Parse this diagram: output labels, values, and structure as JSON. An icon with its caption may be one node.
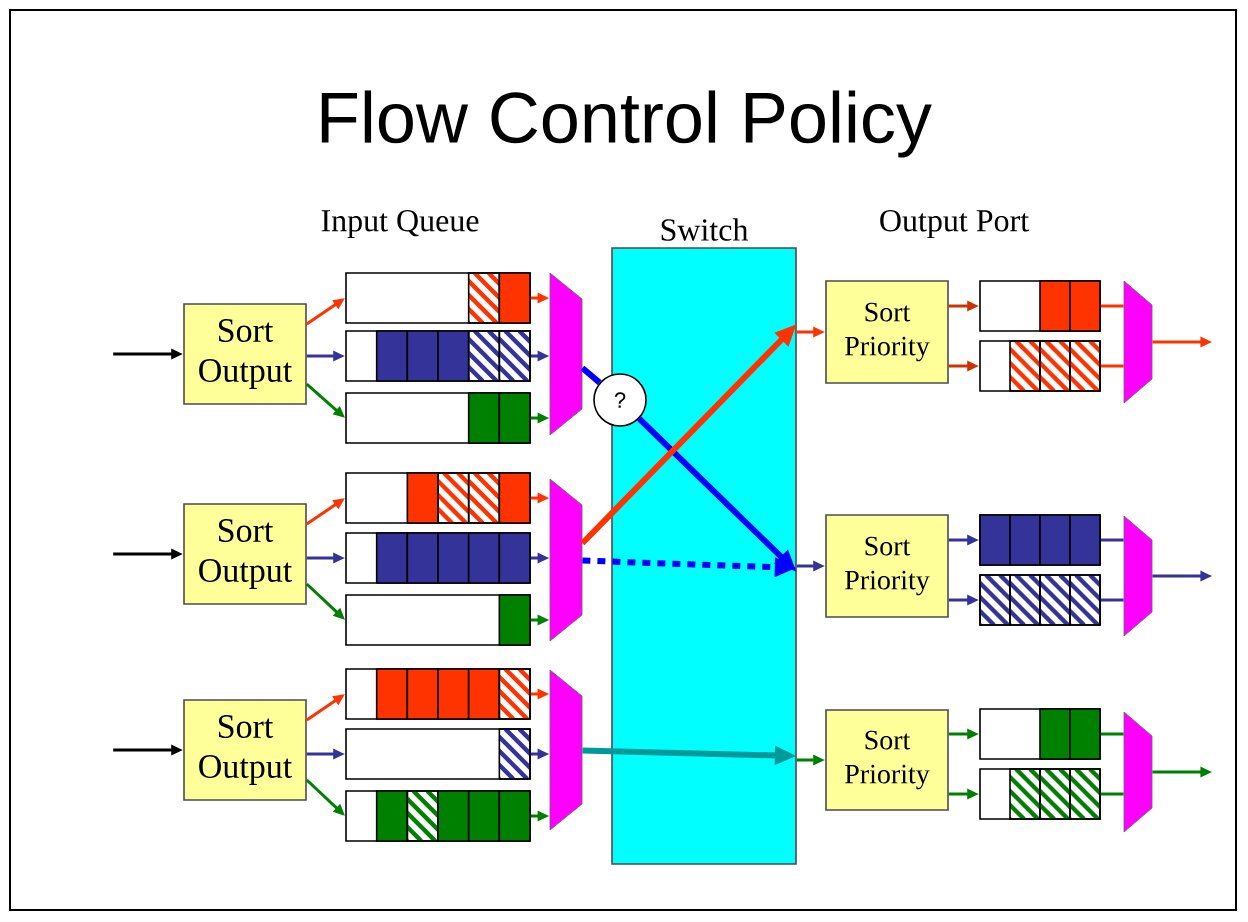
{
  "diagram": {
    "title": "Flow Control Policy",
    "nodes": [
      {
        "text": [
          "Sort Output"
        ]
      },
      {
        "text": [
          "Sort Output"
        ]
      },
      {
        "text": [
          "Sort Output"
        ]
      },
      {
        "text": [],
        "shape": "bar"
      },
      {
        "text": [],
        "shape": "bar"
      },
      {
        "text": [],
        "shape": "bar"
      },
      {
        "text": [],
        "shape": "bar"
      },
      {
        "text": [],
        "shape": "bar"
      },
      {
        "text": [],
        "shape": "bar"
      },
      {
        "text": [],
        "shape": "bar"
      },
      {
        "text": [],
        "shape": "bar"
      },
      {
        "text": [],
        "shape": "bar"
      },
      {
        "text": [],
        "shape": "trapezoid"
      },
      {
        "text": [],
        "shape": "trapezoid"
      },
      {
        "text": [],
        "shape": "trapezoid"
      },
      {
        "text": [
          "Switch"
        ]
      },
      {
        "text": [
          "?"
        ]
      },
      {
        "text": [
          "Sort Priority"
        ]
      },
      {
        "text": [
          "Sort Priority"
        ]
      },
      {
        "text": [
          "Sort Priority"
        ]
      },
      {
        "text": [],
        "shape": "bar"
      },
      {
        "text": [],
        "shape": "bar"
      },
      {
        "text": [],
        "shape": "bar"
      },
      {
        "text": [],
        "shape": "bar"
      },
      {
        "text": [],
        "shape": "bar"
      },
      {
        "text": [],
        "shape": "bar"
      },
      {
        "text": [],
        "shape": "trapezoid"
      },
      {
        "text": [],
        "shape": "trapezoid"
      },
      {
        "text": [],
        "shape": "trapezoid"
      }
    ],
    "edges": [
      {
        "from": null,
        "to": 0,
        "arrow": "to",
        "color": "#000000"
      },
      {
        "from": null,
        "to": 1,
        "arrow": "to",
        "color": "#000000"
      },
      {
        "from": null,
        "to": 2,
        "arrow": "to",
        "color": "#000000"
      },
      {
        "from": 0,
        "to": 3,
        "arrow": "to",
        "color": "#ff3300"
      },
      {
        "from": 0,
        "to": 4,
        "arrow": "to",
        "color": "#333399"
      },
      {
        "from": 0,
        "to": 5,
        "arrow": "to",
        "color": "#008000"
      },
      {
        "from": 1,
        "to": 6,
        "arrow": "to",
        "color": "#ff3300"
      },
      {
        "from": 1,
        "to": 7,
        "arrow": "to",
        "color": "#333399"
      },
      {
        "from": 1,
        "to": 8,
        "arrow": "to",
        "color": "#008000"
      },
      {
        "from": 2,
        "to": 9,
        "arrow": "to",
        "color": "#ff3300"
      },
      {
        "from": 2,
        "to": 10,
        "arrow": "to",
        "color": "#333399"
      },
      {
        "from": 2,
        "to": 11,
        "arrow": "to",
        "color": "#008000"
      },
      {
        "from": 3,
        "to": 12,
        "arrow": "to",
        "color": "#ff3300"
      },
      {
        "from": 4,
        "to": 12,
        "arrow": "to",
        "color": "#333399"
      },
      {
        "from": 5,
        "to": 12,
        "arrow": "to",
        "color": "#008000"
      },
      {
        "from": 6,
        "to": 13,
        "arrow": "to",
        "color": "#ff3300"
      },
      {
        "from": 7,
        "to": 13,
        "arrow": "to",
        "color": "#333399"
      },
      {
        "from": 8,
        "to": 13,
        "arrow": "to",
        "color": "#008000"
      },
      {
        "from": 9,
        "to": 14,
        "arrow": "to",
        "color": "#ff3300"
      },
      {
        "from": 10,
        "to": 14,
        "arrow": "to",
        "color": "#333399"
      },
      {
        "from": 11,
        "to": 14,
        "arrow": "to",
        "color": "#008000"
      },
      {
        "from": 12,
        "to": 16,
        "arrow": "none",
        "style": "thick",
        "color": "#0000ff"
      },
      {
        "from": 16,
        "to": 15,
        "arrow": "to",
        "style": "thick",
        "color": "#0000ff"
      },
      {
        "from": 13,
        "to": 15,
        "arrow": "to",
        "style": "thick",
        "color": "#ff3300"
      },
      {
        "from": 13,
        "to": 15,
        "arrow": "to",
        "style": "dashed",
        "color": "#0000ff"
      },
      {
        "from": 14,
        "to": 15,
        "arrow": "to",
        "style": "thick",
        "color": "#009999"
      },
      {
        "from": 15,
        "to": 17,
        "arrow": "to",
        "color": "#ff3300"
      },
      {
        "from": 15,
        "to": 18,
        "arrow": "to",
        "color": "#333399"
      },
      {
        "from": 15,
        "to": 19,
        "arrow": "to",
        "color": "#008000"
      },
      {
        "from": 17,
        "to": 20,
        "arrow": "to",
        "color": "#cc3300"
      },
      {
        "from": 17,
        "to": 21,
        "arrow": "to",
        "color": "#cc3300"
      },
      {
        "from": 18,
        "to": 22,
        "arrow": "to",
        "color": "#333399"
      },
      {
        "from": 18,
        "to": 23,
        "arrow": "to",
        "color": "#333399"
      },
      {
        "from": 19,
        "to": 24,
        "arrow": "to",
        "color": "#008000"
      },
      {
        "from": 19,
        "to": 25,
        "arrow": "to",
        "color": "#008000"
      },
      {
        "from": 20,
        "to": 26,
        "arrow": "none",
        "color": "#ff3300"
      },
      {
        "from": 21,
        "to": 26,
        "arrow": "none",
        "color": "#ff3300"
      },
      {
        "from": 22,
        "to": 27,
        "arrow": "none",
        "color": "#333399"
      },
      {
        "from": 23,
        "to": 27,
        "arrow": "none",
        "color": "#333399"
      },
      {
        "from": 24,
        "to": 28,
        "arrow": "none",
        "color": "#008000"
      },
      {
        "from": 25,
        "to": 28,
        "arrow": "none",
        "color": "#008000"
      },
      {
        "from": 26,
        "to": null,
        "arrow": "to",
        "color": "#ff3300"
      },
      {
        "from": 27,
        "to": null,
        "arrow": "to",
        "color": "#333399"
      },
      {
        "from": 28,
        "to": null,
        "arrow": "to",
        "color": "#008000"
      }
    ],
    "labels": [
      "Input Queue",
      "Output Port"
    ]
  }
}
